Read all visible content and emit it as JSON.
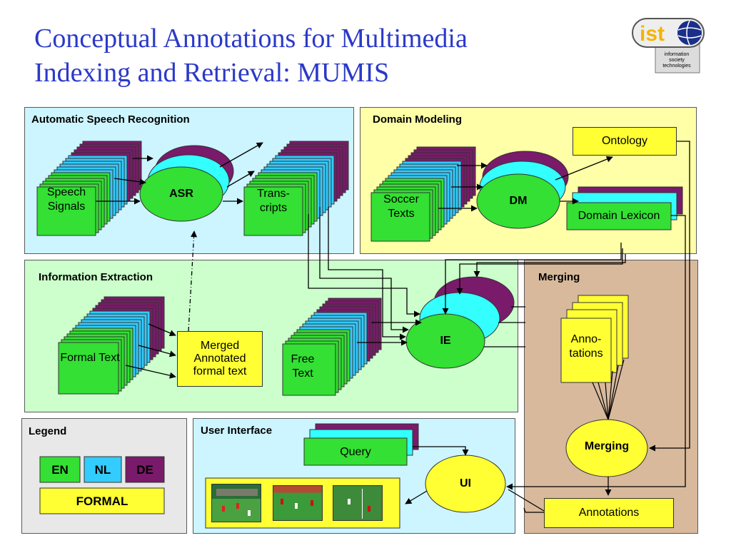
{
  "title": {
    "line1": "Conceptual Annotations for Multimedia",
    "line2": "Indexing and Retrieval: MUMIS"
  },
  "logo": {
    "word": "ist",
    "sub": [
      "information",
      "society",
      "technologies"
    ]
  },
  "panels": {
    "asr": "Automatic Speech Recognition",
    "dm": "Domain Modeling",
    "ie": "Information Extraction",
    "merging": "Merging",
    "legend": "Legend",
    "ui": "User Interface"
  },
  "nodes": {
    "speech_signals": "Speech Signals",
    "asr": "ASR",
    "transcripts": "Trans-cripts",
    "soccer_texts": "Soccer Texts",
    "dm": "DM",
    "ontology": "Ontology",
    "domain_lexicon": "Domain Lexicon",
    "formal_text": "Formal Text",
    "merged": "Merged Annotated formal text",
    "free_text": "Free Text",
    "ie": "IE",
    "annotations_stack": "Anno-tations",
    "merging": "Merging",
    "query": "Query",
    "ui": "UI",
    "annotations": "Annotations"
  },
  "legend": {
    "en": "EN",
    "nl": "NL",
    "de": "DE",
    "formal": "FORMAL"
  },
  "colors": {
    "title": "#2b39c9",
    "en": "#33e033",
    "nl": "#33ccff",
    "de": "#7a1a6a",
    "formal": "#ffff33",
    "asr_bg": "#ccf5ff",
    "dm_bg": "#ffffa8",
    "ie_bg": "#ccffcc",
    "merging_bg": "#d8b99c",
    "legend_bg": "#e8e8e8",
    "ui_bg": "#ccf5ff"
  }
}
